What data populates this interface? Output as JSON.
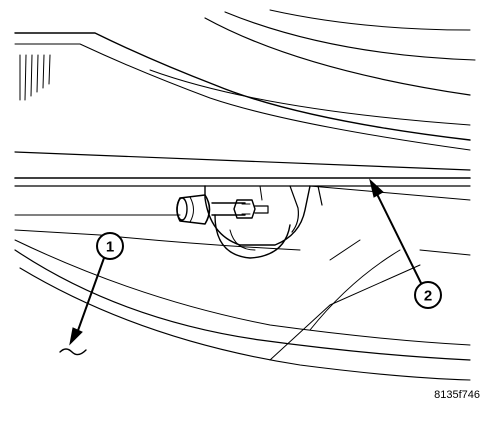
{
  "figure": {
    "id_label": "8135f746",
    "callouts": [
      {
        "number": "1"
      },
      {
        "number": "2"
      }
    ]
  }
}
